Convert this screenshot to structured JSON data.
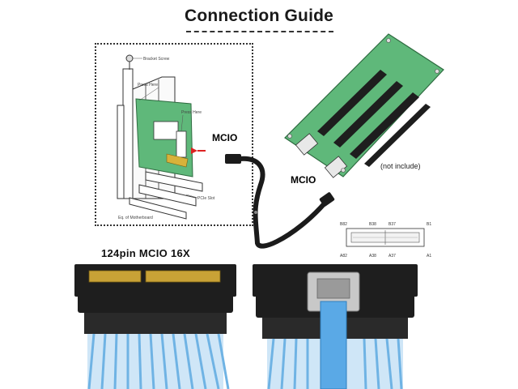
{
  "title": "Connection Guide",
  "install_diagram": {
    "bracket_screw": "Bracket Screw",
    "press_here_1": "Press Here",
    "press_here_2": "Press Here",
    "pcie_slot": "PCIe Slot",
    "motherboard": "Eq. of Motherboard"
  },
  "cable_labels": {
    "end_a": "MCIO",
    "end_b": "MCIO"
  },
  "board_note": "(not include)",
  "pinout": {
    "top": [
      "B82",
      "B38",
      "B37",
      "B1"
    ],
    "bottom": [
      "A82",
      "A38",
      "A37",
      "A1"
    ]
  },
  "connector_label": "124pin MCIO 16X",
  "colors": {
    "pcb_green": "#5fb87a",
    "cable_blue": "#8cc6ec",
    "connector_black": "#1e1e1e",
    "latch_silver": "#c8c8c8"
  }
}
